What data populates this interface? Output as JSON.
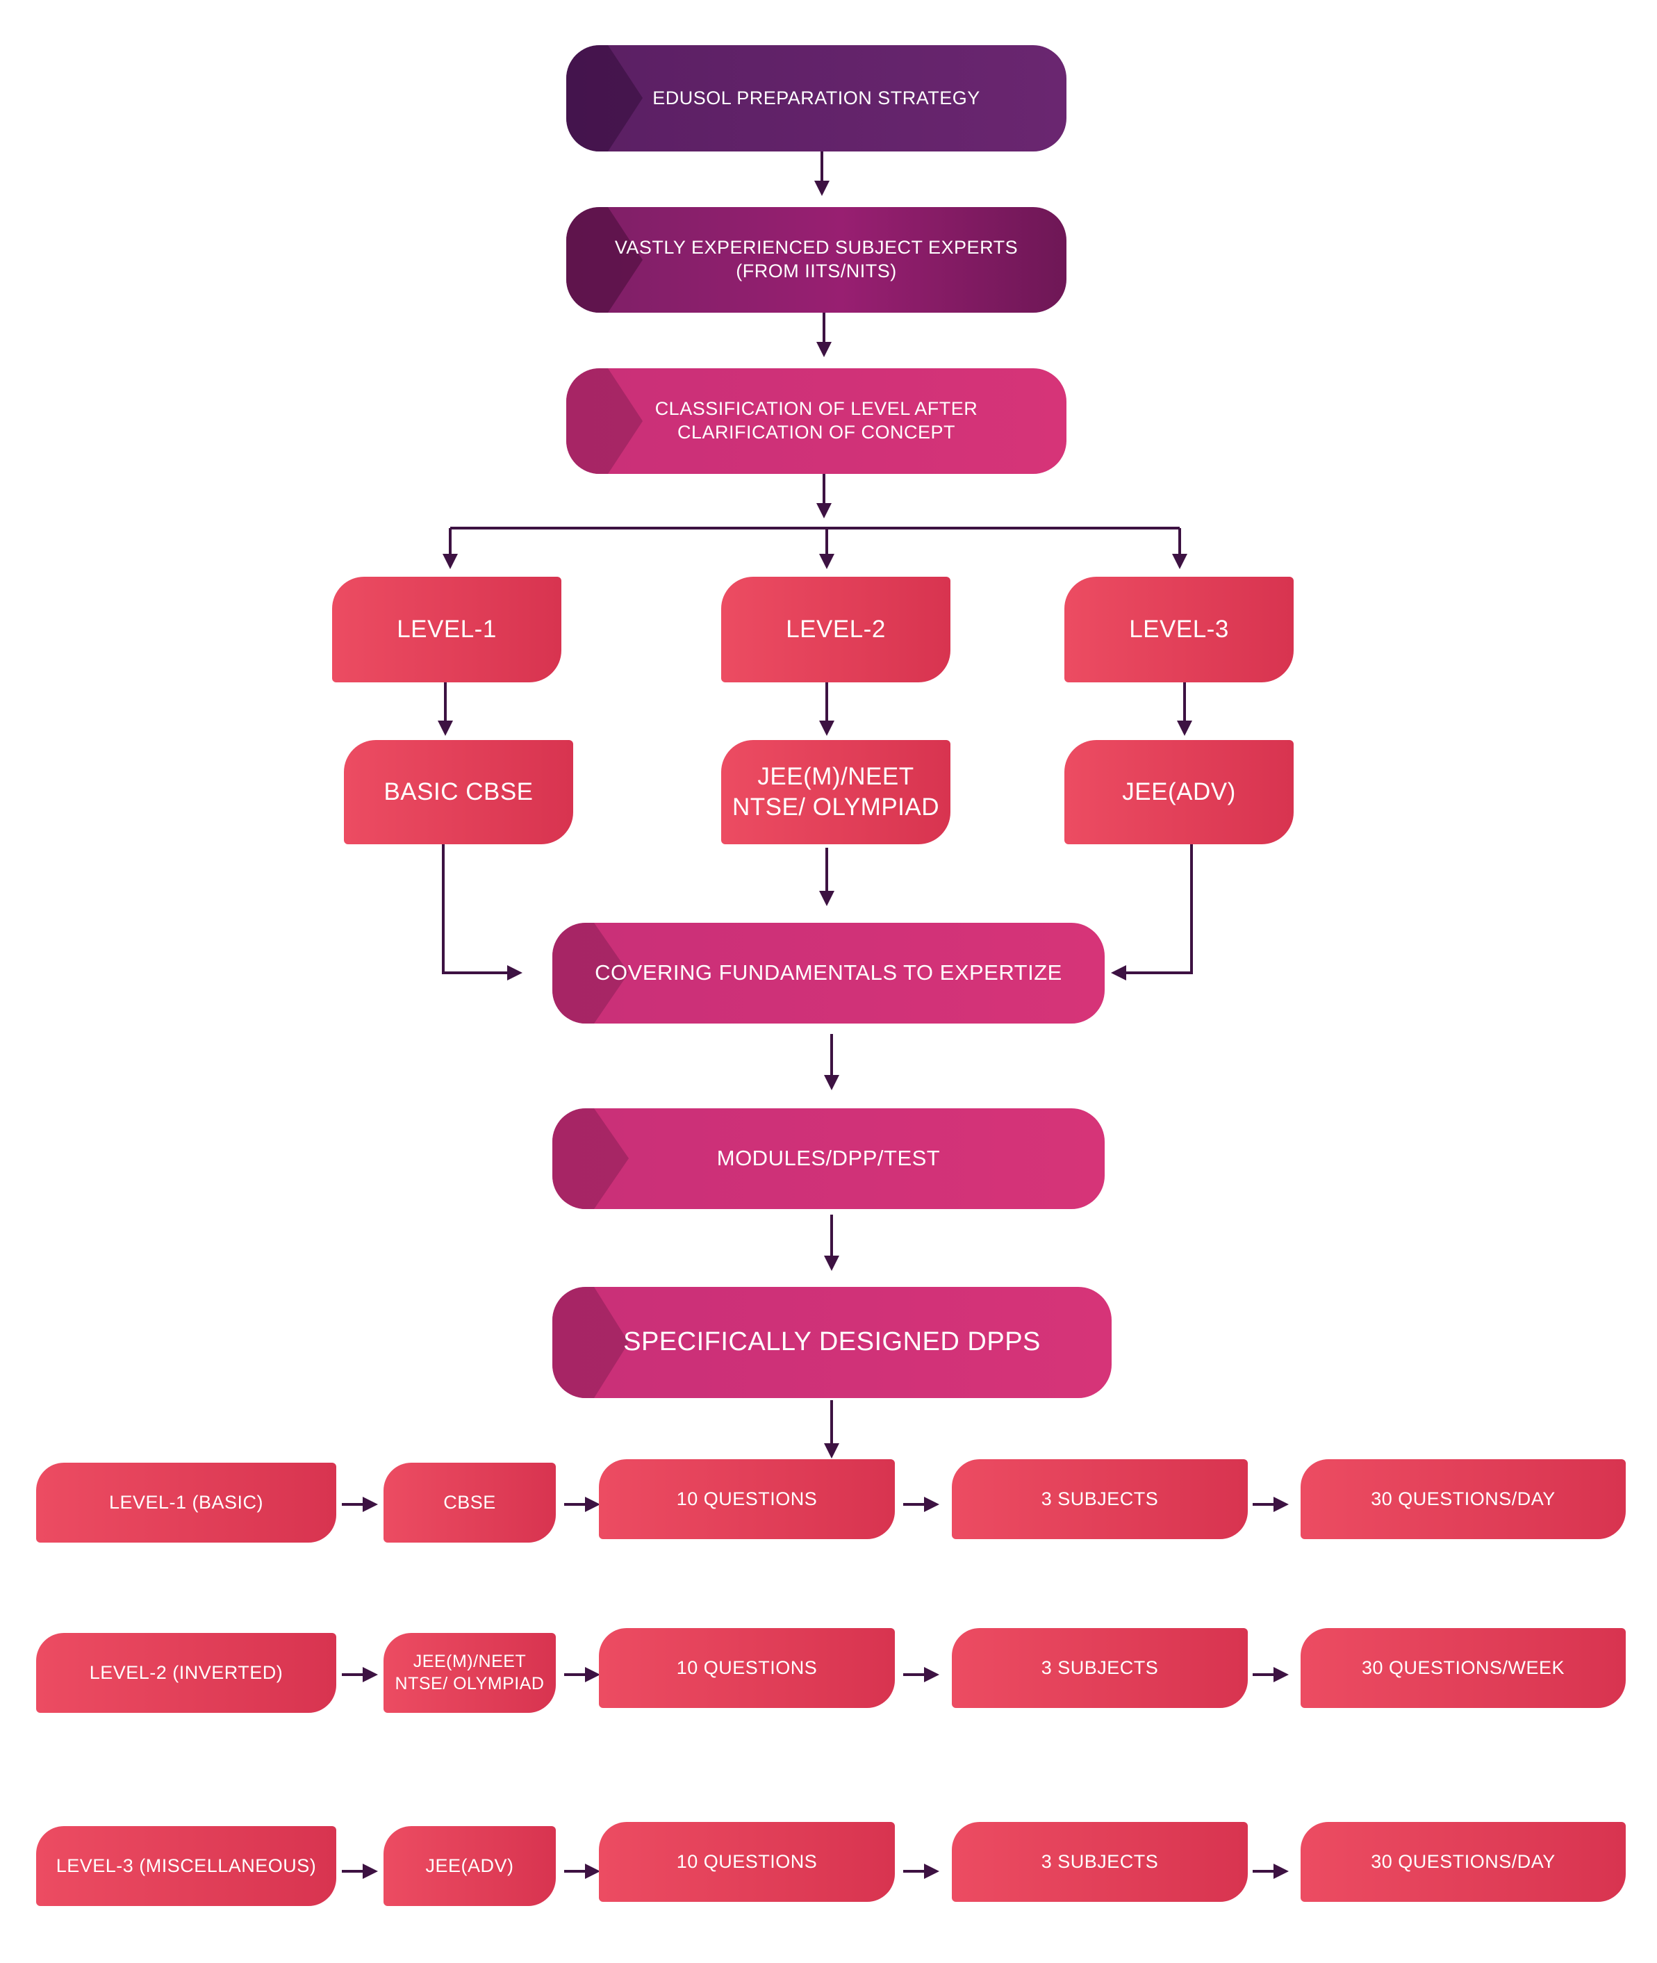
{
  "colors": {
    "arrow": "#3d1242",
    "purple": "#5a1f63",
    "plum": "#8a1e6c",
    "magenta": "#d13377",
    "red": "#e6415a"
  },
  "nodes": {
    "strategy": "EDUSOL PREPARATION STRATEGY",
    "experts": "VASTLY EXPERIENCED SUBJECT EXPERTS\n(FROM IITS/NITS)",
    "classification": "CLASSIFICATION OF LEVEL AFTER\nCLARIFICATION OF CONCEPT",
    "level1": "LEVEL-1",
    "level2": "LEVEL-2",
    "level3": "LEVEL-3",
    "basic_cbse": "BASIC CBSE",
    "jee_neet": "JEE(M)/NEET\nNTSE/ OLYMPIAD",
    "jee_adv": "JEE(ADV)",
    "fundamentals": "COVERING FUNDAMENTALS TO EXPERTIZE",
    "modules": "MODULES/DPP/TEST",
    "dpps": "SPECIFICALLY DESIGNED DPPS"
  },
  "rows": [
    {
      "level": "LEVEL-1 (BASIC)",
      "exam": "CBSE",
      "questions": "10 QUESTIONS",
      "subjects": "3 SUBJECTS",
      "total": "30 QUESTIONS/DAY"
    },
    {
      "level": "LEVEL-2 (INVERTED)",
      "exam": "JEE(M)/NEET\nNTSE/ OLYMPIAD",
      "questions": "10 QUESTIONS",
      "subjects": "3 SUBJECTS",
      "total": "30 QUESTIONS/WEEK"
    },
    {
      "level": "LEVEL-3 (MISCELLANEOUS)",
      "exam": "JEE(ADV)",
      "questions": "10 QUESTIONS",
      "subjects": "3 SUBJECTS",
      "total": "30 QUESTIONS/DAY"
    }
  ]
}
